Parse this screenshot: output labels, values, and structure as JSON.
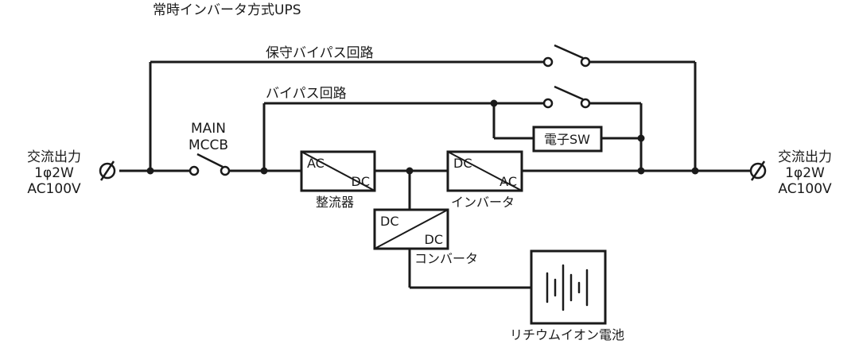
{
  "title": "常時インバータ方式UPS",
  "labels": {
    "maintenance_bypass": "保守バイパス回路",
    "bypass": "バイパス回路",
    "main_mccb": [
      "MAIN",
      "MCCB"
    ],
    "electronic_switch": "電子SW",
    "input_terminal": [
      "交流出力",
      "1φ2W",
      "AC100V"
    ],
    "output_terminal": [
      "交流出力",
      "1φ2W",
      "AC100V"
    ]
  },
  "blocks": {
    "rectifier": {
      "top": "AC",
      "bottom": "DC",
      "name": "整流器"
    },
    "inverter": {
      "top": "DC",
      "bottom": "AC",
      "name": "インバータ"
    },
    "converter": {
      "top": "DC",
      "bottom": "DC",
      "name": "コンバータ"
    },
    "battery": {
      "name": "リチウムイオン電池"
    }
  }
}
